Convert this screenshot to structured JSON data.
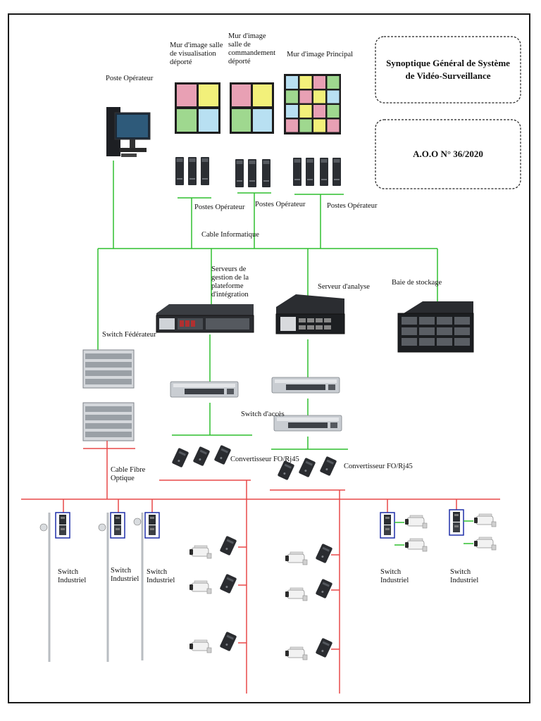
{
  "title": {
    "main": "Synoptique Général de Système de Vidéo-Surveillance",
    "reference": "A.O.O N° 36/2020"
  },
  "labels": {
    "poste_operateur": "Poste Opérateur",
    "mur_visualisation": "Mur d'image salle de visualisation déporté",
    "mur_commandement": "Mur d'image salle de commandement déporté",
    "mur_principal": "Mur d'image Principal",
    "postes_operateur_1": "Postes Opérateur",
    "postes_operateur_2": "Postes Opérateur",
    "postes_operateur_3": "Postes Opérateur",
    "cable_informatique": "Cable Informatique",
    "serveurs_gestion": "Serveurs de gestion de la plateforme d'intégration",
    "serveur_analyse": "Serveur d'analyse",
    "baie_stockage": "Baie de stockage",
    "switch_federateur": "Switch Fédérateur",
    "switch_acces": "Switch d'accès",
    "convertisseur_1": "Convertisseur FO/Rj45",
    "convertisseur_2": "Convertisseur FO/Rj45",
    "cable_fibre": "Cable Fibre Optique",
    "switch_industriel": "Switch Industriel"
  },
  "colors": {
    "network_green": "#2fbf2f",
    "fibre_red": "#e84848",
    "frame": "#1a1a1a",
    "switch_blue": "#1f2fa8",
    "wall_pink": "#e8a0b4",
    "wall_yellow": "#f2f07a",
    "wall_green": "#9fd88f",
    "wall_blue": "#b8e0f2"
  },
  "icons": [
    "desktop-computer-icon",
    "video-wall-icon",
    "tower-pc-icon",
    "rack-server-icon",
    "storage-array-icon",
    "network-switch-icon",
    "media-converter-icon",
    "bullet-camera-icon",
    "ptz-camera-pole-icon",
    "industrial-switch-icon"
  ]
}
